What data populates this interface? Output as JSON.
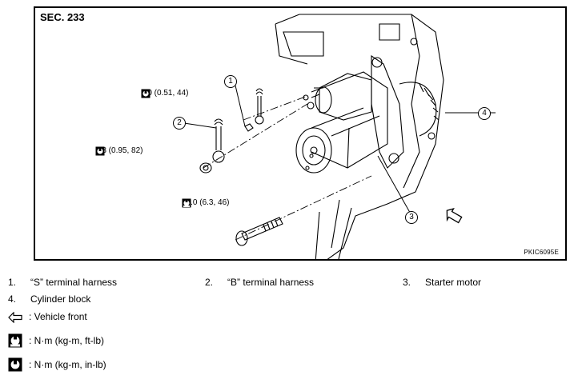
{
  "figure": {
    "section": "SEC. 233",
    "code": "PKIC6095E",
    "torques": [
      {
        "value": "5.0 (0.51, 44)",
        "icon": "torque-wrench-in-lb-icon"
      },
      {
        "value": "9.3 (0.95, 82)",
        "icon": "torque-wrench-in-lb-icon"
      },
      {
        "value": "62.0 (6.3, 46)",
        "icon": "torque-wrench-ft-lb-icon"
      }
    ],
    "callouts": [
      "1",
      "2",
      "3",
      "4"
    ]
  },
  "legend": {
    "items": [
      {
        "num": "1.",
        "label": "“S” terminal harness"
      },
      {
        "num": "2.",
        "label": "“B” terminal harness"
      },
      {
        "num": "3.",
        "label": "Starter motor"
      },
      {
        "num": "4.",
        "label": "Cylinder block"
      }
    ],
    "symbols": [
      {
        "icon": "arrow-left-icon",
        "text": ": Vehicle front"
      },
      {
        "icon": "torque-wrench-ft-lb-icon",
        "text": ": N·m (kg-m, ft-lb)"
      },
      {
        "icon": "torque-wrench-in-lb-icon",
        "text": ": N·m (kg-m, in-lb)"
      }
    ]
  }
}
